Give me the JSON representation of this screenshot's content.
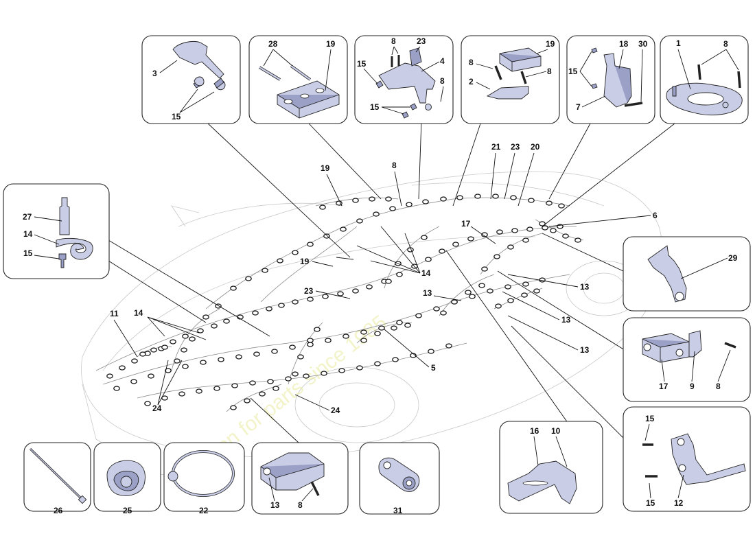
{
  "watermark": "a passion for parts since 1985",
  "panels": {
    "p_clip": {
      "labels": [
        "27",
        "14",
        "15"
      ]
    },
    "p_bracket3": {
      "labels": [
        "3",
        "15"
      ]
    },
    "p_block19": {
      "labels": [
        "28",
        "19"
      ]
    },
    "p_bracket4": {
      "labels": [
        "8",
        "23",
        "15",
        "4",
        "8",
        "15"
      ]
    },
    "p_cover19": {
      "labels": [
        "8",
        "19",
        "2",
        "8"
      ]
    },
    "p_bracket7": {
      "labels": [
        "18",
        "30",
        "15",
        "7"
      ]
    },
    "p_plate1": {
      "labels": [
        "1",
        "8"
      ]
    },
    "p_bracket29": {
      "labels": [
        "29"
      ]
    },
    "p_clamp17": {
      "labels": [
        "17",
        "9",
        "8"
      ]
    },
    "p_bracket12": {
      "labels": [
        "15",
        "15",
        "12"
      ]
    },
    "p_bracket16": {
      "labels": [
        "16",
        "10"
      ]
    },
    "p_tie26": {
      "labels": [
        "26"
      ]
    },
    "p_grommet25": {
      "labels": [
        "25"
      ]
    },
    "p_clamp22": {
      "labels": [
        "22"
      ]
    },
    "p_holder13": {
      "labels": [
        "13",
        "8"
      ]
    },
    "p_washer31": {
      "labels": [
        "31"
      ]
    }
  },
  "callouts": [
    "19",
    "8",
    "21",
    "23",
    "20",
    "6",
    "17",
    "19",
    "14",
    "13",
    "23",
    "13",
    "13",
    "13",
    "11",
    "14",
    "5",
    "24",
    "24"
  ]
}
